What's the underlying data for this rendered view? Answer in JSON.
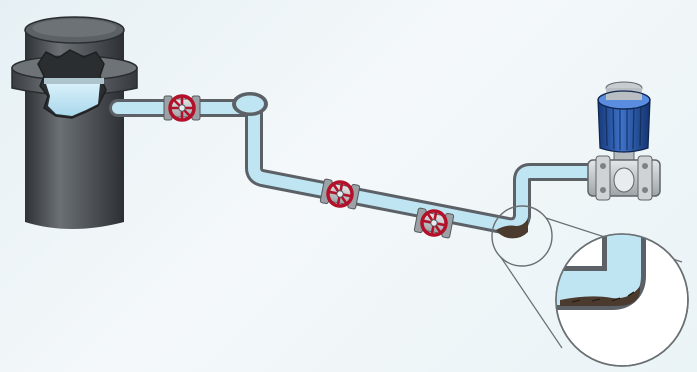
{
  "diagram": {
    "components": [
      {
        "id": "tank",
        "icon": "cut-open-vessel-icon"
      },
      {
        "id": "valve-1",
        "icon": "gate-valve-icon"
      },
      {
        "id": "valve-2",
        "icon": "gate-valve-icon"
      },
      {
        "id": "valve-3",
        "icon": "gate-valve-icon"
      },
      {
        "id": "transmitter",
        "icon": "pressure-transmitter-icon"
      },
      {
        "id": "magnifier",
        "icon": "zoom-callout-icon"
      }
    ],
    "colors": {
      "background": "#eaf3f6",
      "tank_body": "#4a4e53",
      "pipe_wall": "#5b6166",
      "liquid": "#bfe4f2",
      "valve_handwheel": "#b3112a",
      "valve_body": "#c5c9cc",
      "transmitter_cap": "#2a57a6",
      "sediment": "#4a3b2e"
    }
  }
}
